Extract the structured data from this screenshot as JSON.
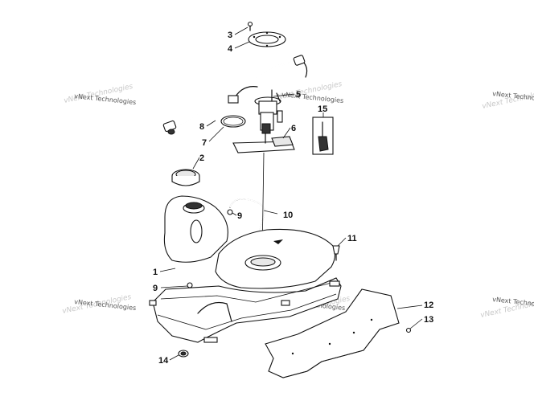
{
  "watermark": {
    "text": "vNext Technologies"
  },
  "callouts": [
    {
      "id": "c3",
      "label": "3"
    },
    {
      "id": "c4",
      "label": "4"
    },
    {
      "id": "c8",
      "label": "8"
    },
    {
      "id": "c5",
      "label": "5"
    },
    {
      "id": "c7",
      "label": "7"
    },
    {
      "id": "c6",
      "label": "6"
    },
    {
      "id": "c15",
      "label": "15"
    },
    {
      "id": "c2",
      "label": "2"
    },
    {
      "id": "c9a",
      "label": "9"
    },
    {
      "id": "c10",
      "label": "10"
    },
    {
      "id": "c11",
      "label": "11"
    },
    {
      "id": "c1",
      "label": "1"
    },
    {
      "id": "c9b",
      "label": "9"
    },
    {
      "id": "c12",
      "label": "12"
    },
    {
      "id": "c13",
      "label": "13"
    },
    {
      "id": "c14",
      "label": "14"
    }
  ]
}
